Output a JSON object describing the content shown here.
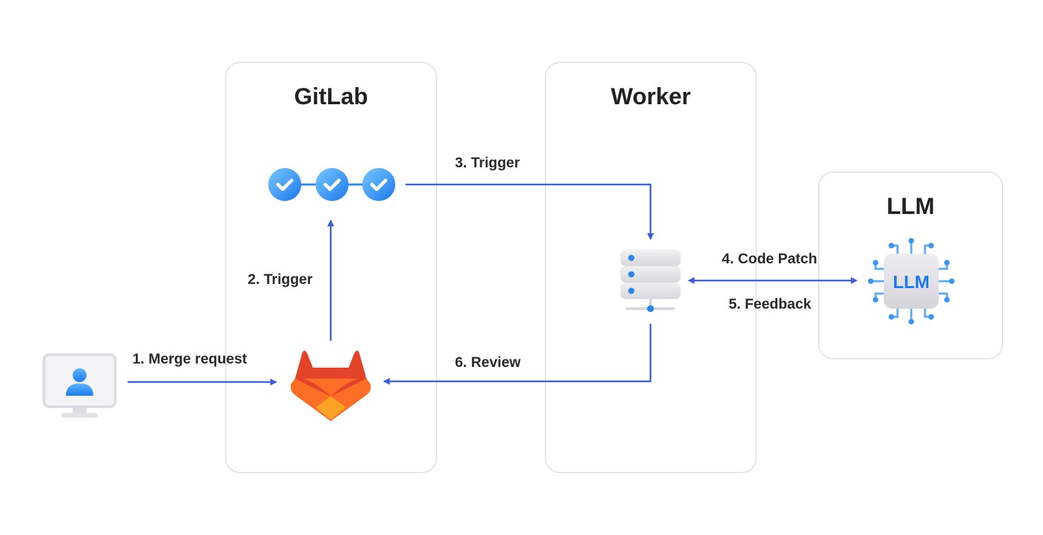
{
  "panels": {
    "gitlab": {
      "title": "GitLab"
    },
    "worker": {
      "title": "Worker"
    },
    "llm": {
      "title": "LLM"
    }
  },
  "chip": {
    "text": "LLM"
  },
  "steps": {
    "s1": "1. Merge request",
    "s2": "2. Trigger",
    "s3": "3. Trigger",
    "s4": "4. Code Patch",
    "s5": "5. Feedback",
    "s6": "6. Review"
  },
  "colors": {
    "arrow": "#3a5fd6",
    "panel_border": "#e3e3e8",
    "check_blue": "#2f8df0",
    "gitlab_red": "#e24329",
    "gitlab_orange": "#fc6d26",
    "gitlab_yellow": "#fca326"
  }
}
